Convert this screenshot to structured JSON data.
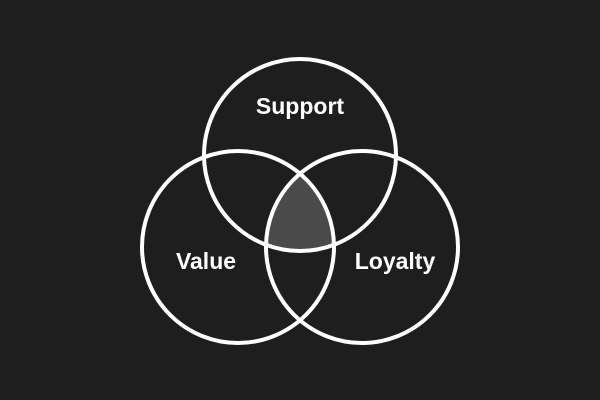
{
  "diagram": {
    "type": "venn",
    "sets": [
      {
        "id": "support",
        "label": "Support"
      },
      {
        "id": "value",
        "label": "Value"
      },
      {
        "id": "loyalty",
        "label": "Loyalty"
      }
    ],
    "highlighted_region": [
      "support",
      "value",
      "loyalty"
    ],
    "colors": {
      "background": "#1e1e1e",
      "outline": "#ffffff",
      "center_fill": "#4a4a4a",
      "text": "#ffffff"
    }
  }
}
